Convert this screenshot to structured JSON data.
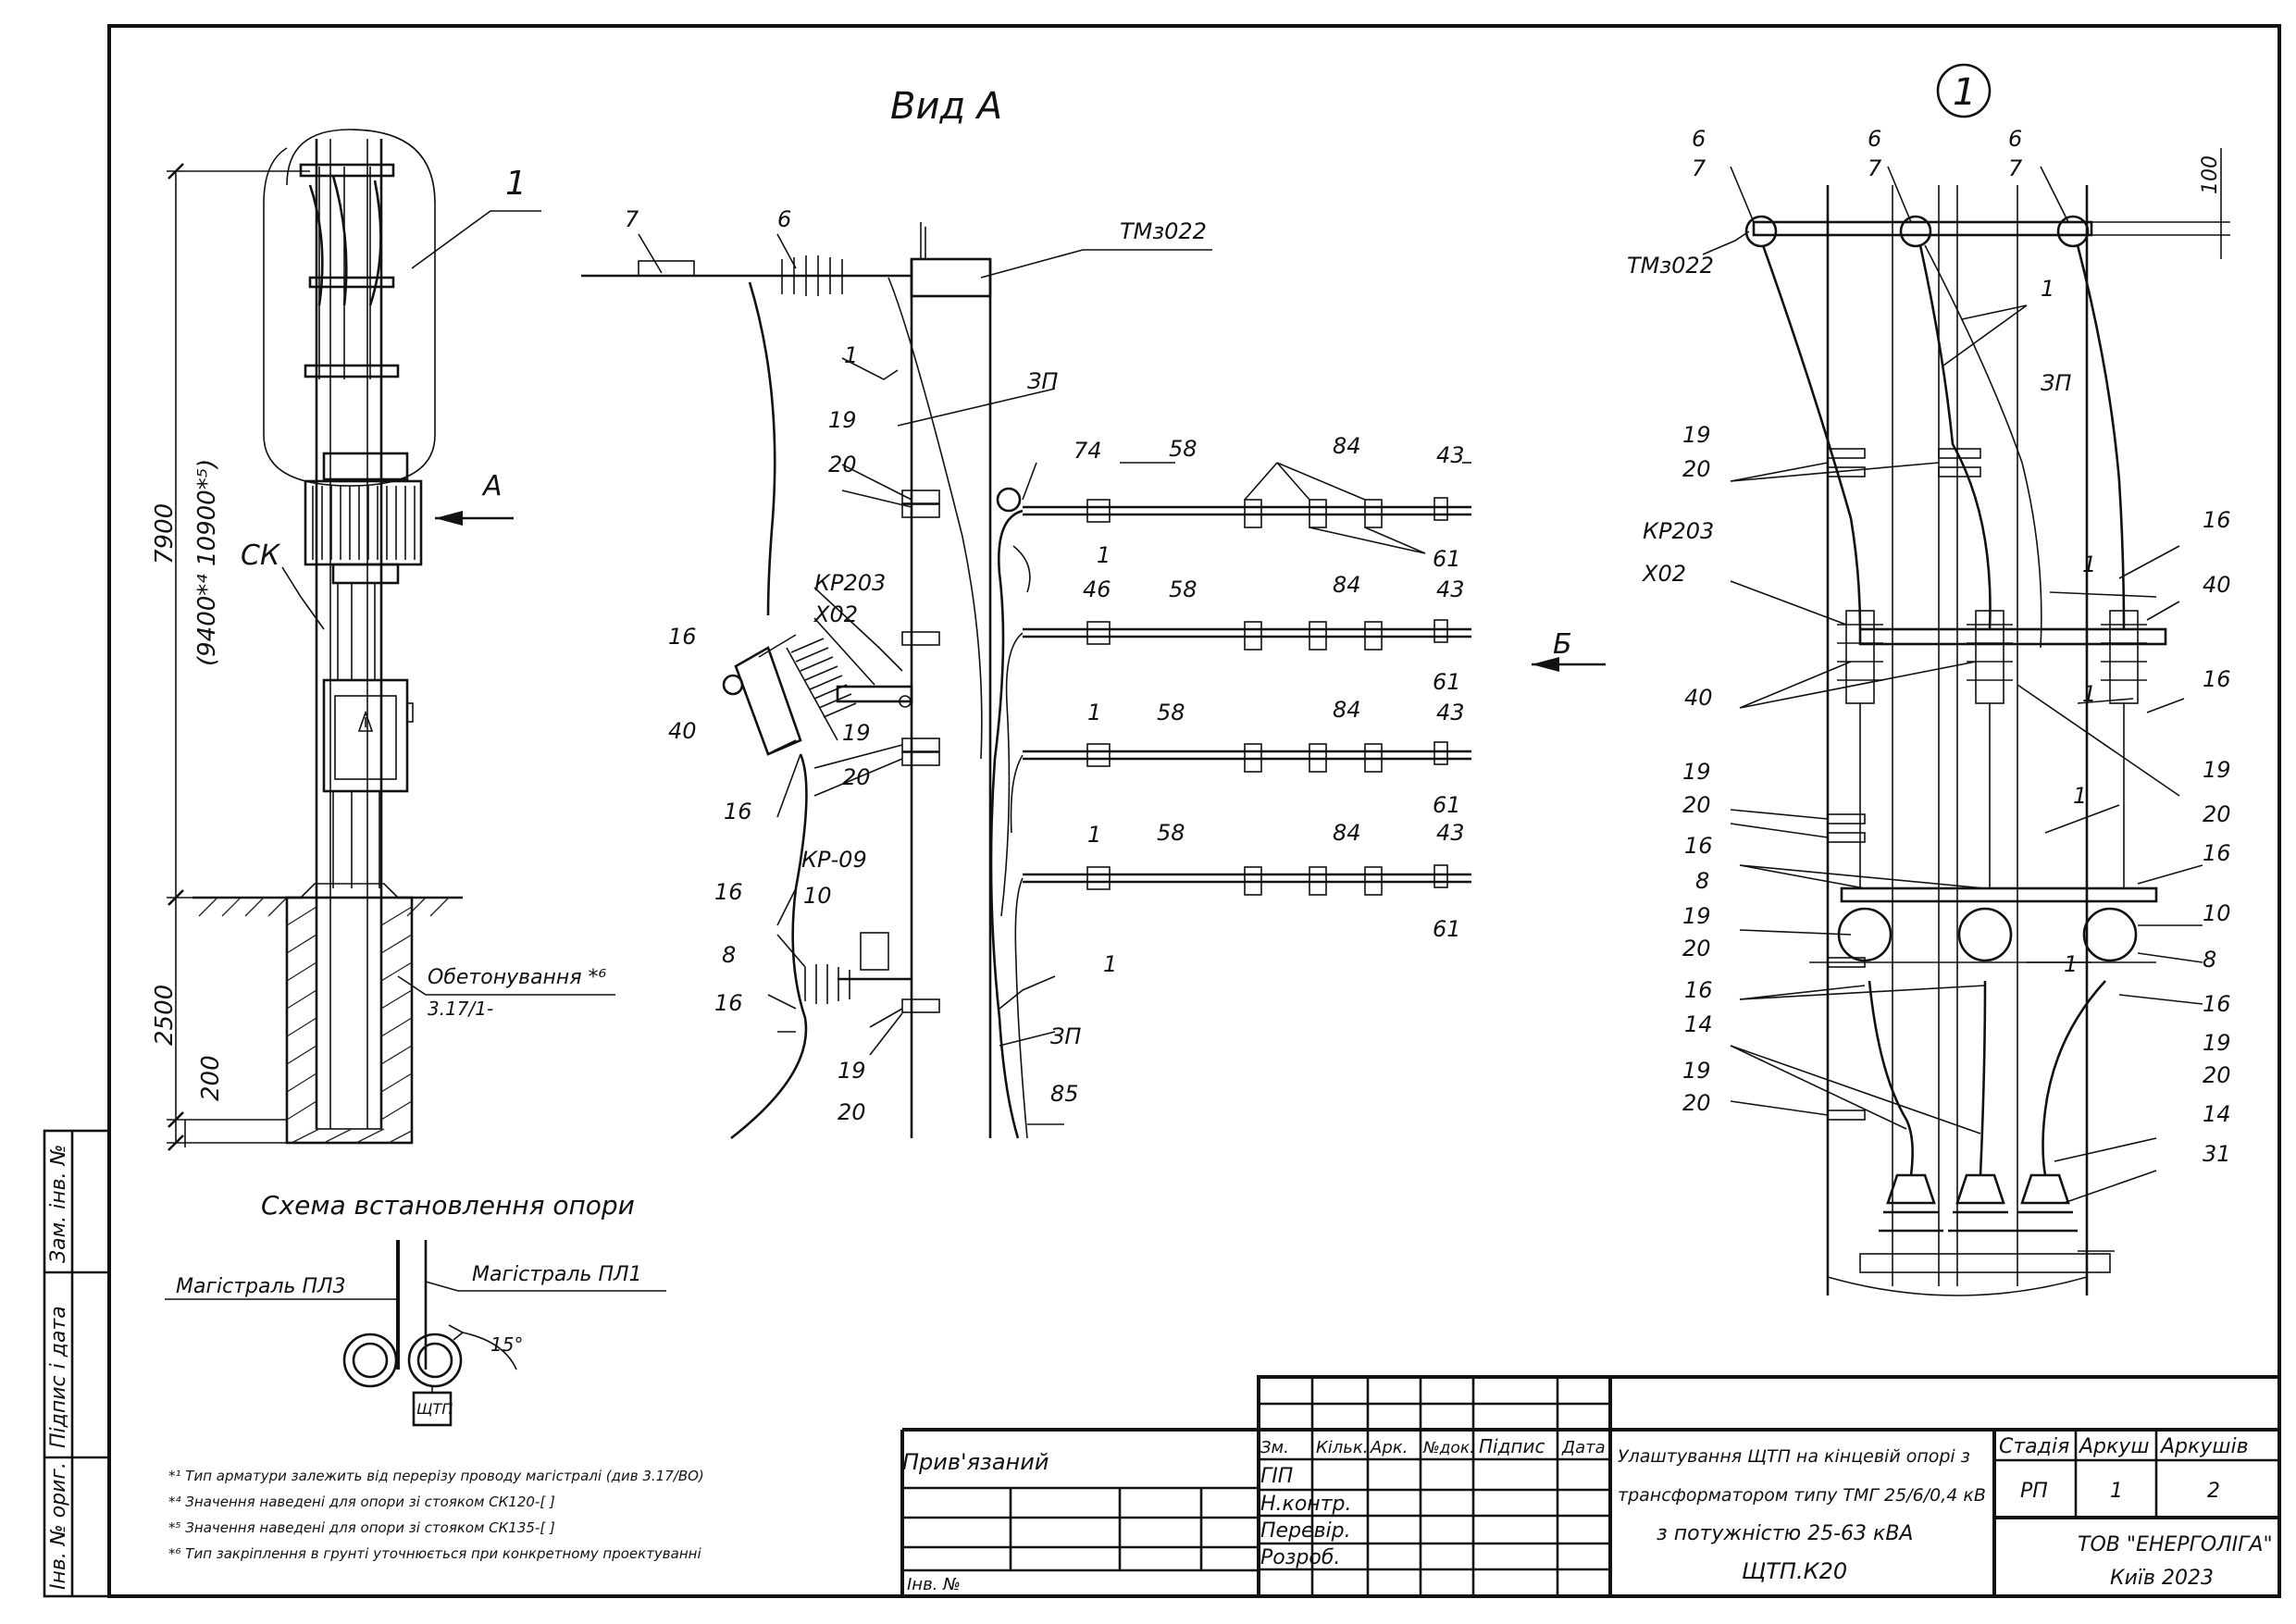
{
  "views": {
    "view_a_title": "Вид А",
    "detail_circle": "1",
    "arrow_a": "А",
    "arrow_b": "Б"
  },
  "left_view": {
    "callout_1": "1",
    "ck": "СК",
    "dim_7900": "7900",
    "dim_variants": "(9400*⁴ 10900*⁵)",
    "dim_2500": "2500",
    "dim_200": "200",
    "concrete_label": "Обетонування *⁶",
    "concrete_ref": "3.17/1-"
  },
  "middle_view": {
    "labels": [
      "7",
      "6",
      "ТМз022",
      "1",
      "ЗП",
      "19",
      "20",
      "74",
      "58",
      "84",
      "43",
      "61",
      "1",
      "46",
      "КР203",
      "Х02",
      "16",
      "40",
      "58",
      "84",
      "43",
      "61",
      "1",
      "19",
      "20",
      "58",
      "84",
      "43",
      "61",
      "16",
      "1",
      "КР-09",
      "10",
      "16",
      "8",
      "16",
      "58",
      "84",
      "43",
      "61",
      "1",
      "19",
      "20",
      "ЗП",
      "85"
    ]
  },
  "right_view": {
    "dim_100": "100",
    "labels_top": [
      "6",
      "7",
      "6",
      "7",
      "6",
      "7"
    ],
    "tmz": "ТМз022",
    "left_labels": [
      "19",
      "20",
      "КР203",
      "Х02",
      "40",
      "19",
      "20",
      "16",
      "8",
      "19",
      "20",
      "16",
      "14",
      "19",
      "20"
    ],
    "right_labels": [
      "1",
      "ЗП",
      "16",
      "1",
      "40",
      "16",
      "1",
      "19",
      "20",
      "1",
      "16",
      "10",
      "8",
      "1",
      "16",
      "19",
      "20",
      "14",
      "31"
    ]
  },
  "scheme": {
    "title": "Схема встановлення опори",
    "line_pl3": "Магістраль ПЛ3",
    "line_pl1": "Магістраль ПЛ1",
    "angle": "15°",
    "box": "ЩТП"
  },
  "notes": [
    "*¹ Тип арматури залежить від перерізу проводу магістралі (див 3.17/ВО)",
    "*⁴ Значення наведені для опори зі стояком СК120-[  ]",
    "*⁵ Значення наведені для опори зі стояком СК135-[  ]",
    "*⁶ Тип закріплення в грунті уточнюється при конкретному проектуванні"
  ],
  "side_strip": {
    "zam_inv": "Зам. інв. №",
    "pidpys_data": "Підпис і дата",
    "inv_orig": "Інв. № ориг."
  },
  "title_block": {
    "pryvyazanyi": "Прив'язаний",
    "inv_no": "Інв. №",
    "headers": [
      "Зм.",
      "Кільк.",
      "Арк.",
      "№док.",
      "Підпис",
      "Дата"
    ],
    "roles": [
      "ГІП",
      "Н.контр.",
      "Перевір.",
      "Розроб."
    ],
    "title_line1": "Улаштування ЩТП на кінцевій опорі з",
    "title_line2": "трансформатором типу ТМГ 25/6/0,4 кВ",
    "title_line3": "з потужністю 25-63 кВА",
    "code": "ЩТП.К20",
    "stage_h": "Стадія",
    "sheet_h": "Аркуш",
    "sheets_h": "Аркушів",
    "stage": "РП",
    "sheet": "1",
    "sheets": "2",
    "company": "ТОВ \"ЕНЕРГОЛІГА\"",
    "city": "Київ 2023"
  }
}
